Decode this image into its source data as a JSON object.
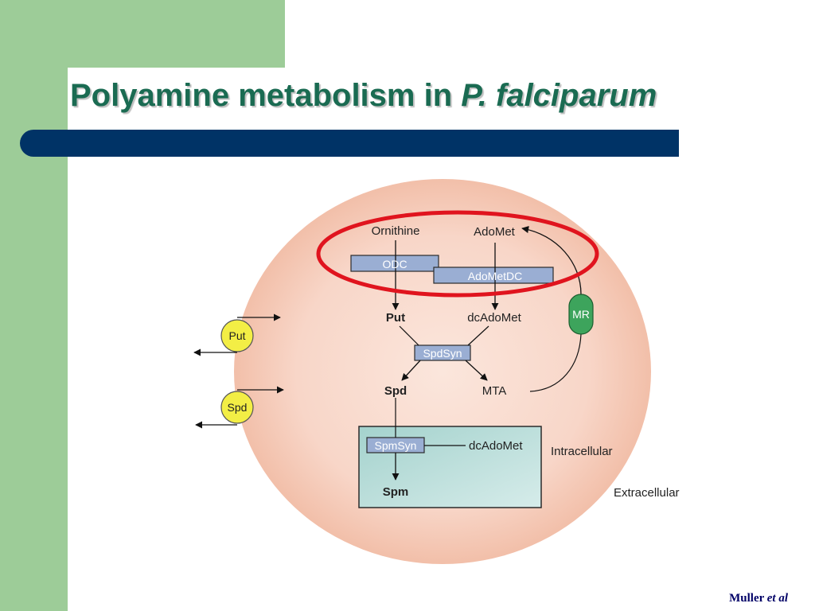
{
  "slide": {
    "title_main": "Polyamine metabolism in ",
    "title_italic": "P. falciparum",
    "citation_name": "Muller ",
    "citation_italic": "et al"
  },
  "diagram": {
    "metabolites": {
      "ornithine": "Ornithine",
      "adomet": "AdoMet",
      "put": "Put",
      "dcadomet": "dcAdoMet",
      "spd": "Spd",
      "mta": "MTA",
      "dcadomet_2": "dcAdoMet",
      "spm": "Spm"
    },
    "enzymes": {
      "odc": "ODC",
      "adometdc": "AdoMetDC",
      "spdsyn": "SpdSyn",
      "spmsyn": "SpmSyn",
      "mr": "MR"
    },
    "transporters": {
      "put": "Put",
      "spd": "Spd"
    },
    "compartments": {
      "intracellular": "Intracellular",
      "extracellular": "Extracellular"
    },
    "colors": {
      "cell_center": "#fbe6dc",
      "cell_edge": "#f3c0ac",
      "enzyme_box": "#9aaed3",
      "spm_compartment": "#a9d4d0",
      "transporter": "#f3ee45",
      "mr_capsule": "#3da45c",
      "highlight_ellipse": "#e0141e",
      "title_text": "#1a6b52",
      "title_bar": "#003366",
      "green_band": "#9dcc98"
    }
  }
}
